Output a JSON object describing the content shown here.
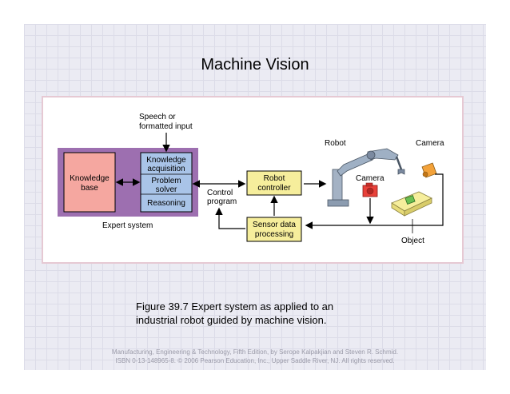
{
  "slide": {
    "title": "Machine Vision",
    "caption_line1": "Figure 39.7  Expert system as applied to an",
    "caption_line2": "industrial robot guided by machine vision.",
    "footer_line1": "Manufacturing, Engineering & Technology, Fifth Edition, by Serope Kalpakjian and Steven R. Schmid.",
    "footer_line2": "ISBN 0-13-148965-8. © 2006 Pearson Education, Inc., Upper Saddle River, NJ.  All rights reserved."
  },
  "diagram": {
    "speech_input_line1": "Speech or",
    "speech_input_line2": "formatted input",
    "knowledge_base_line1": "Knowledge",
    "knowledge_base_line2": "base",
    "knowledge_acq_line1": "Knowledge",
    "knowledge_acq_line2": "acquisition",
    "problem_solver_line1": "Problem",
    "problem_solver_line2": "solver",
    "reasoning": "Reasoning",
    "expert_system": "Expert system",
    "control_program_line1": "Control",
    "control_program_line2": "program",
    "robot_controller_line1": "Robot",
    "robot_controller_line2": "controller",
    "sensor_line1": "Sensor data",
    "sensor_line2": "processing",
    "robot": "Robot",
    "camera_top": "Camera",
    "camera_mid": "Camera",
    "object": "Object"
  },
  "colors": {
    "expert_system_bg": "#9d6fb0",
    "knowledge_base": "#f5a7a0",
    "solver_box": "#a9c4e8",
    "yellow_box": "#f6ee9c",
    "camera_red": "#e8413a",
    "camera_orange": "#f3a23a",
    "robot_gray": "#8c9cb0"
  }
}
